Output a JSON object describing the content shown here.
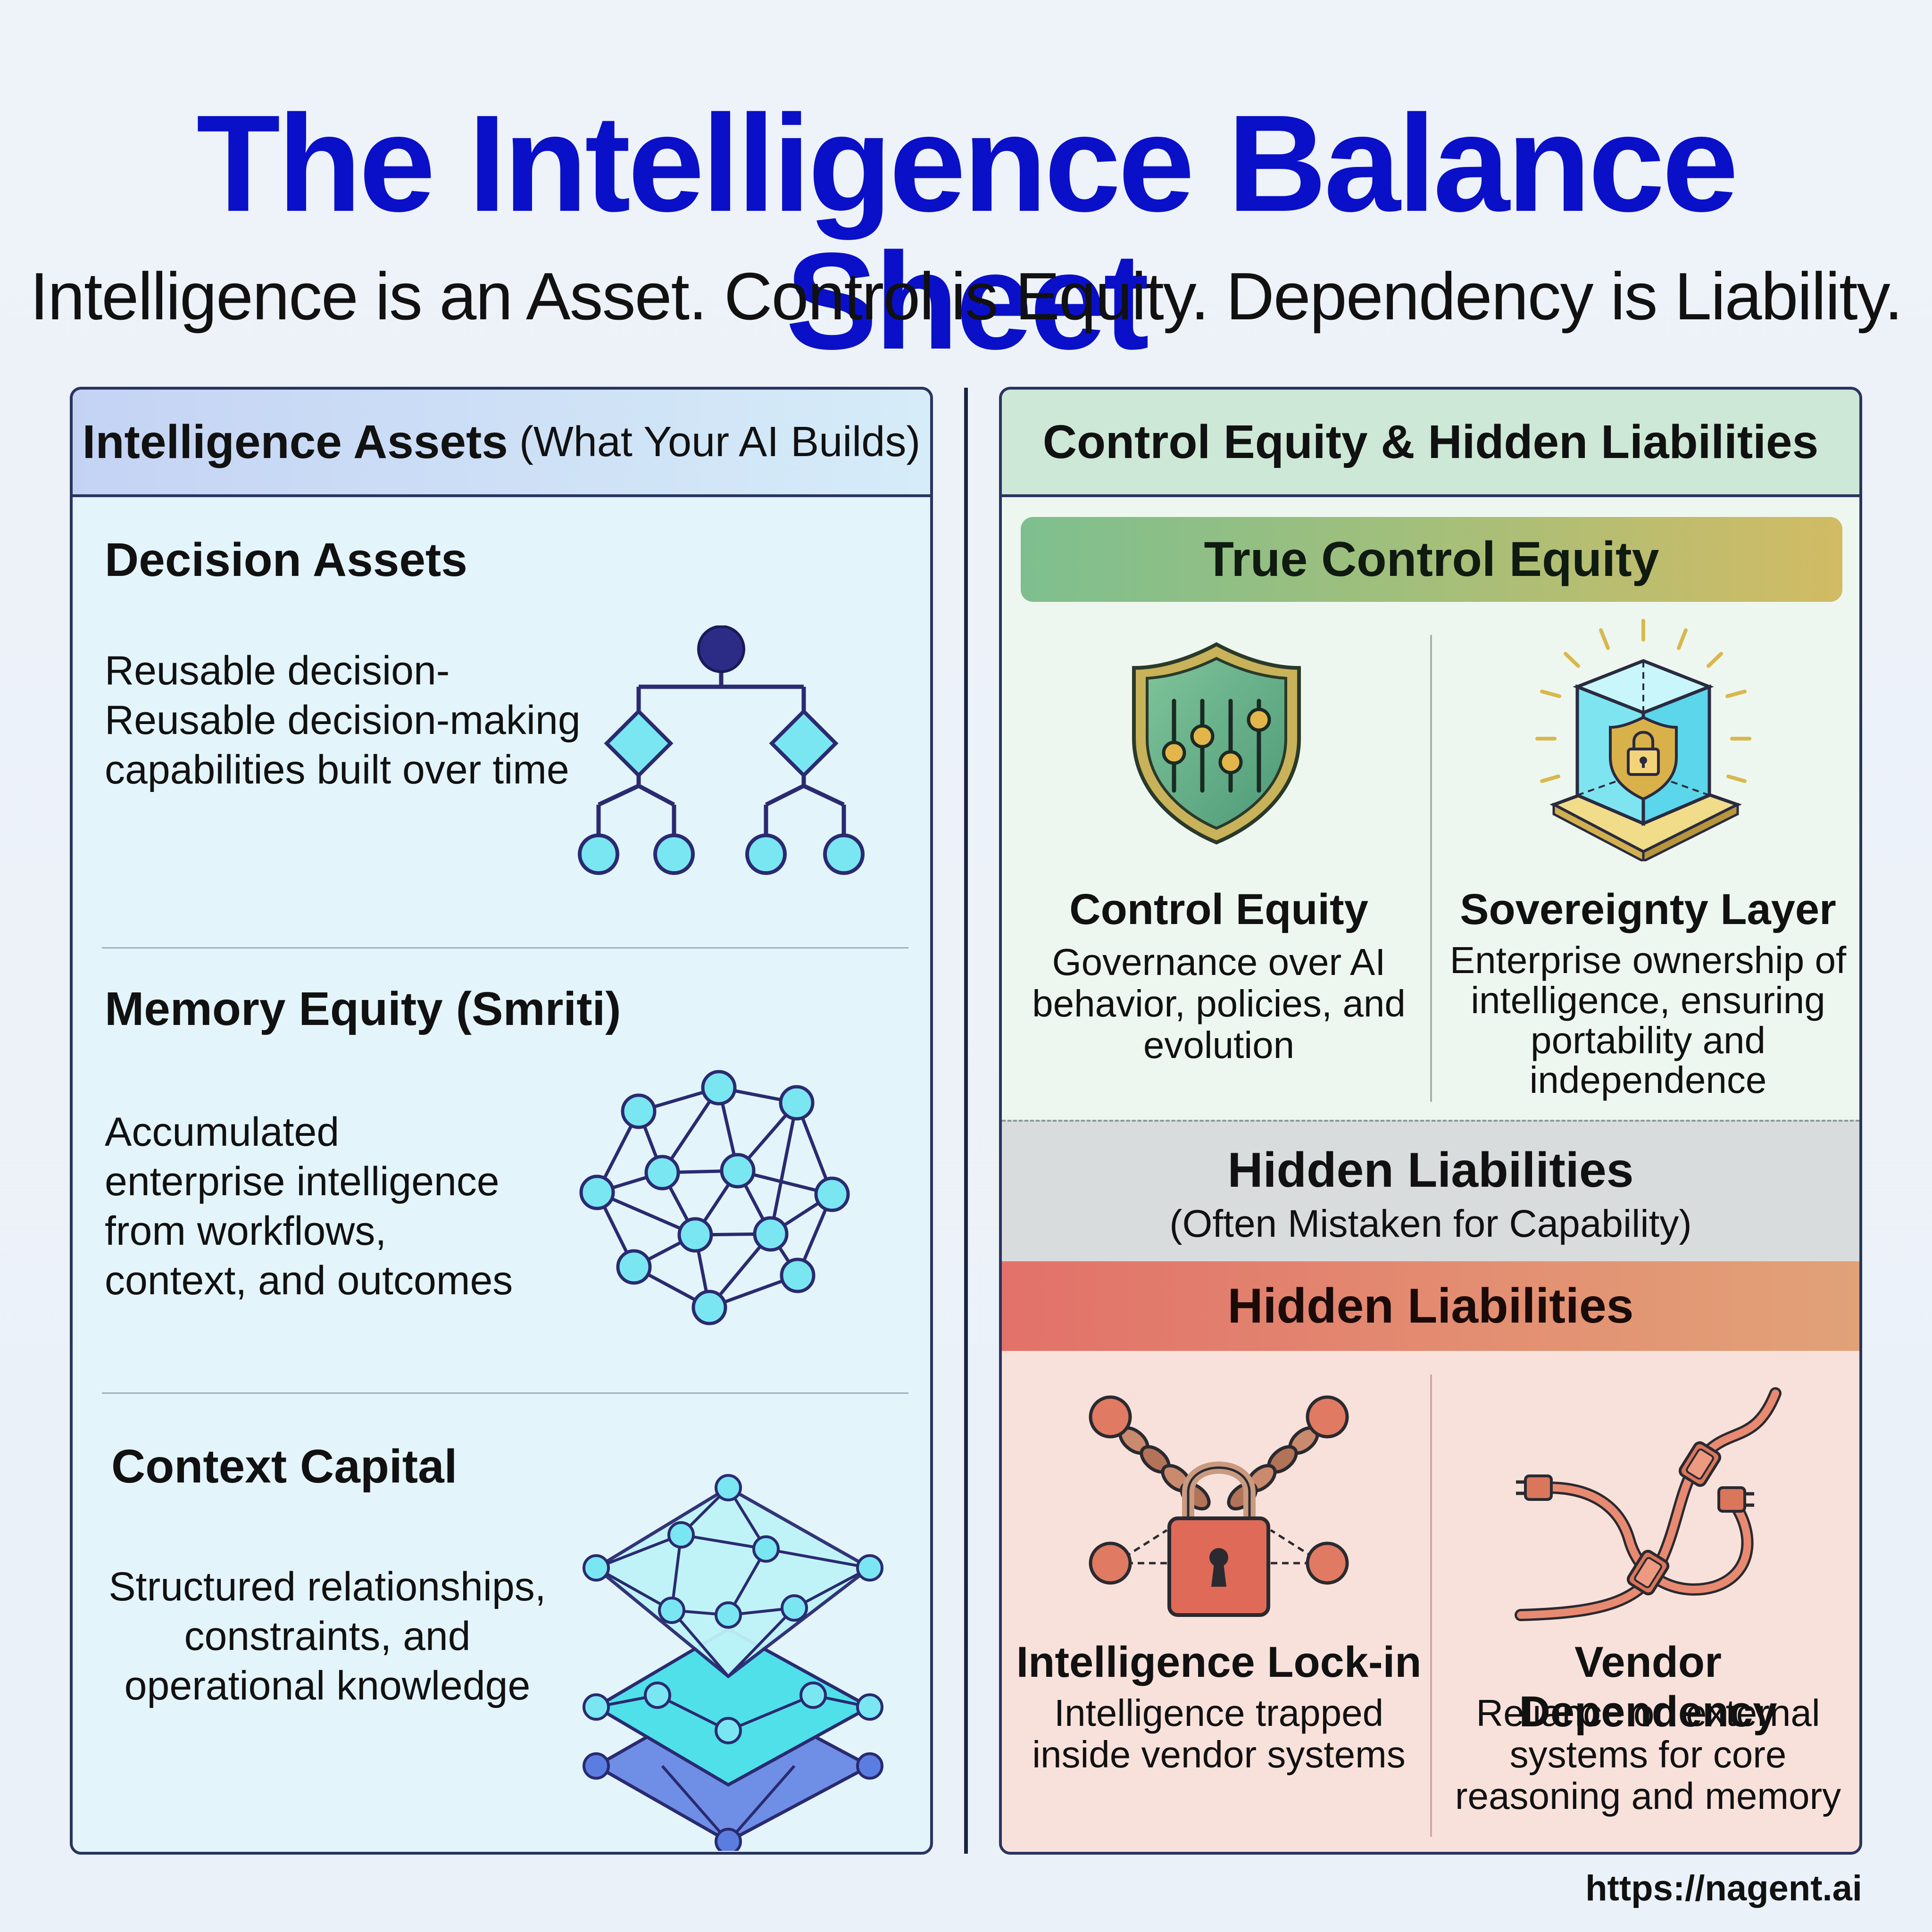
{
  "title": "The Intelligence Balance Sheet",
  "subtitle": "Intelligence is an Asset. Control is Equity. Dependency is Liability.",
  "left": {
    "header_strong": "Intelligence Assets",
    "header_light": "(What Your AI Builds)",
    "sections": [
      {
        "title": "Decision Assets",
        "desc_lines": [
          "Reusable decision-",
          "Reusable decision-making",
          "capabilities built over time"
        ],
        "icon": "decision-tree-icon"
      },
      {
        "title": "Memory Equity (Smriti)",
        "desc_lines": [
          "Accumulated",
          "enterprise intelligence",
          "from workflows,",
          "context, and outcomes"
        ],
        "icon": "neural-network-icon"
      },
      {
        "title": "Context Capital",
        "desc_lines": [
          "Structured relationships,",
          "constraints, and",
          "operational knowledge"
        ],
        "icon": "layered-graph-icon"
      }
    ]
  },
  "right": {
    "header": "Control Equity & Hidden Liabilities",
    "equity_band": "True Control Equity",
    "equity_items": [
      {
        "title": "Control Equity",
        "desc_lines": [
          "Governance over AI",
          "behavior, policies, and",
          "evolution"
        ],
        "icon": "shield-sliders-icon"
      },
      {
        "title": "Sovereignty Layer",
        "desc_lines": [
          "Enterprise ownership of",
          "intelligence, ensuring",
          "portability and",
          "independence"
        ],
        "icon": "locked-cube-icon"
      }
    ],
    "hidden_title": "Hidden Liabilities",
    "hidden_sub": "(Often Mistaken for Capability)",
    "liab_band": "Hidden Liabilities",
    "liab_items": [
      {
        "title": "Intelligence Lock-in",
        "desc_lines": [
          "Intelligence trapped",
          "inside vendor systems"
        ],
        "icon": "chained-padlock-icon"
      },
      {
        "title": "Vendor Dependency",
        "desc_lines": [
          "Reliance on external",
          "systems for core",
          "reasoning and memory"
        ],
        "icon": "tangled-cable-icon"
      }
    ]
  },
  "footer": "https://nagent.ai",
  "colors": {
    "title": "#0a10c8",
    "left_panel_bg": "#e3f4fb",
    "equity_band_start": "#7ebf8f",
    "equity_band_end": "#d2bb64",
    "liability_band_start": "#e2716a",
    "liability_band_end": "#e1a278",
    "node_cyan": "#7ae6f2",
    "node_dark": "#2a2a80",
    "liability_red": "#dc6f60"
  }
}
